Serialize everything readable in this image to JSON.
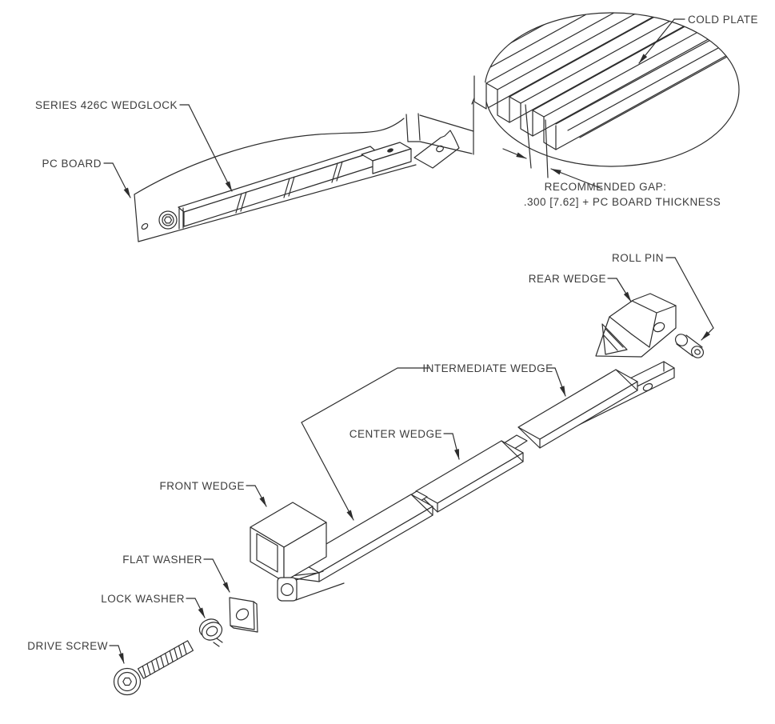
{
  "diagram": {
    "colors": {
      "line": "#2d2d2d",
      "text": "#3c3c3c",
      "background": "#ffffff"
    },
    "assembly": {
      "cold_plate": "COLD PLATE",
      "wedglock": "SERIES 426C WEDGLOCK",
      "pc_board": "PC BOARD",
      "gap_note_line1": "RECOMMENDED GAP:",
      "gap_note_line2": ".300 [7.62] + PC BOARD THICKNESS"
    },
    "exploded": {
      "roll_pin": "ROLL PIN",
      "rear_wedge": "REAR WEDGE",
      "intermediate_wedge": "INTERMEDIATE WEDGE",
      "center_wedge": "CENTER WEDGE",
      "front_wedge": "FRONT WEDGE",
      "flat_washer": "FLAT WASHER",
      "lock_washer": "LOCK WASHER",
      "drive_screw": "DRIVE SCREW"
    }
  }
}
